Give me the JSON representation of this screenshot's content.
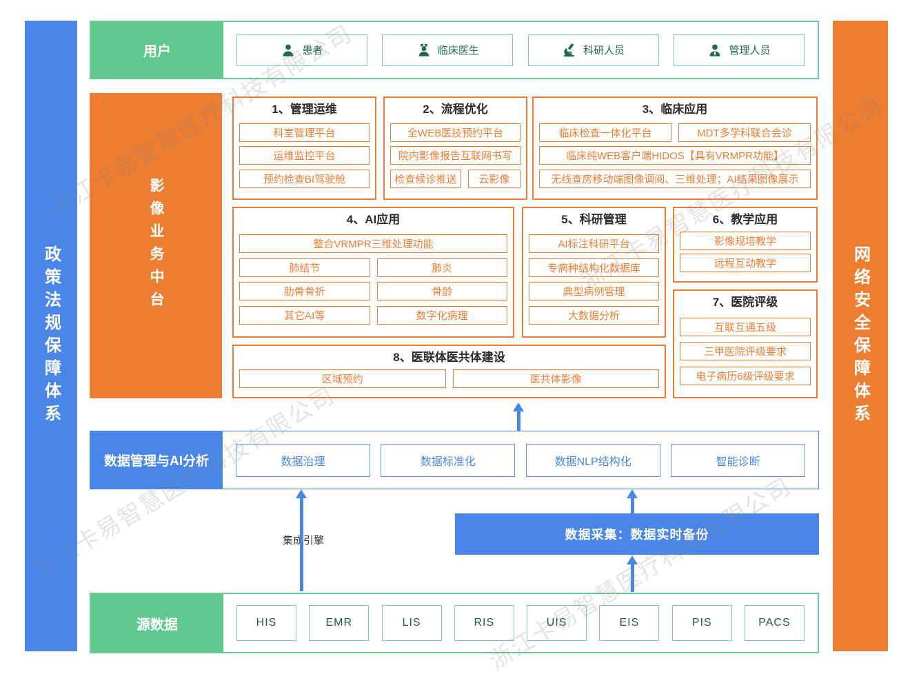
{
  "watermark": {
    "text": "浙江卡易智慧医疗科技有限公司"
  },
  "side_bars": {
    "policy": "政策法规保障体系",
    "network_security": "网络安全保障体系"
  },
  "users": {
    "label": "用户",
    "items": [
      {
        "icon": "patient-icon",
        "label": "患者"
      },
      {
        "icon": "doctor-icon",
        "label": "临床医生"
      },
      {
        "icon": "microscope-icon",
        "label": "科研人员"
      },
      {
        "icon": "manager-icon",
        "label": "管理人员"
      }
    ]
  },
  "platform": {
    "label": "影像业务中台",
    "groups": [
      {
        "title": "1、管理运维",
        "items": [
          "科室管理平台",
          "运维监控平台",
          "预约检查BI驾驶舱"
        ]
      },
      {
        "title": "2、流程优化",
        "items": [
          "全WEB医技预约平台",
          "院内影像报告互联网书写",
          "检查候诊推送",
          "云影像"
        ]
      },
      {
        "title": "3、临床应用",
        "items": [
          "临床检查一体化平台",
          "MDT多学科联合会诊",
          "临床纯WEB客户端HIDOS【具有VRMPR功能】",
          "无线查房移动端图像调阅、三维处理；AI结果图像展示"
        ]
      },
      {
        "title": "4、AI应用",
        "items": [
          "整合VRMPR三维处理功能",
          "肺结节",
          "肺炎",
          "肋骨骨折",
          "骨龄",
          "其它AI等",
          "数字化病理"
        ]
      },
      {
        "title": "5、科研管理",
        "items": [
          "AI标注科研平台",
          "专病种结构化数据库",
          "典型病例管理",
          "大数据分析"
        ]
      },
      {
        "title": "6、教学应用",
        "items": [
          "影像规培教学",
          "远程互动教学"
        ]
      },
      {
        "title": "7、医院评级",
        "items": [
          "互联互通五级",
          "三甲医院评级要求",
          "电子病历6级评级要求"
        ]
      },
      {
        "title": "8、医联体医共体建设",
        "items": [
          "区域预约",
          "医共体影像"
        ]
      }
    ]
  },
  "data_mgmt": {
    "label": "数据管理与AI分析",
    "items": [
      "数据治理",
      "数据标准化",
      "数据NLP结构化",
      "智能诊断"
    ]
  },
  "integration_engine": {
    "label": "集成引擎"
  },
  "data_collection": {
    "label": "数据采集：数据实时备份"
  },
  "sources": {
    "label": "源数据",
    "items": [
      "HIS",
      "EMR",
      "LIS",
      "RIS",
      "UIS",
      "EIS",
      "PIS",
      "PACS"
    ]
  },
  "colors": {
    "green": "#5ec88f",
    "orange": "#ed7d31",
    "blue": "#4a86e8"
  }
}
